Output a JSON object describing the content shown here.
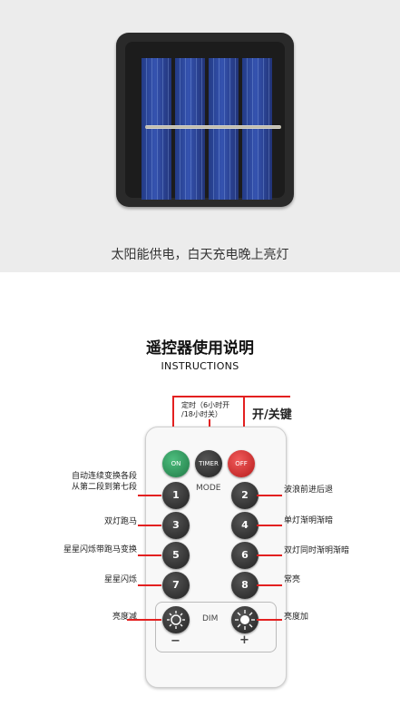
{
  "caption": "太阳能供电，白天充电晚上亮灯",
  "title": "遥控器使用说明",
  "subtitle": "INSTRUCTIONS",
  "timer_note": {
    "line1": "定时（6小时开",
    "line2": "/18小时关）"
  },
  "power_label": "开/关键",
  "remote": {
    "on": "ON",
    "timer": "TIMER",
    "off": "OFF",
    "mode": "MODE",
    "dim": "DIM",
    "minus": "−",
    "plus": "+",
    "numbers": [
      "1",
      "2",
      "3",
      "4",
      "5",
      "6",
      "7",
      "8"
    ]
  },
  "labels": {
    "b1_line1": "自动连续变换各段",
    "b1_line2": "从第二段到第七段",
    "b2": "波浪前进后退",
    "b3": "双灯跑马",
    "b4": "单灯渐明渐暗",
    "b5": "星星闪烁带跑马变换",
    "b6": "双灯同时渐明渐暗",
    "b7": "星星闪烁",
    "b8": "常亮",
    "dim_minus": "亮度减",
    "dim_plus": "亮度加"
  },
  "colors": {
    "on": "#2e8b57",
    "off": "#d32f2f",
    "accent_line": "#e32020",
    "button": "#2a2a2a"
  }
}
